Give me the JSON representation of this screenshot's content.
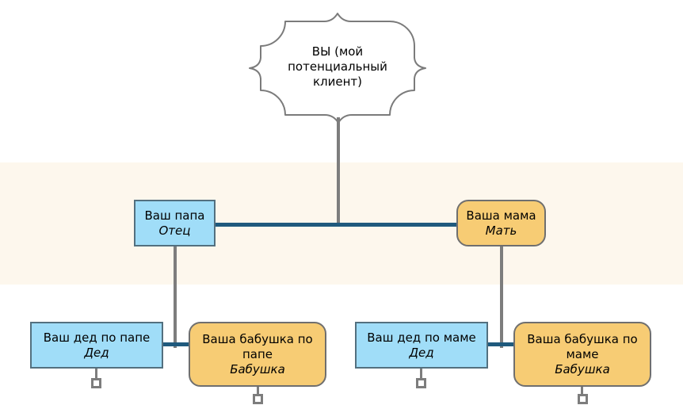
{
  "diagram": {
    "root": {
      "label": "ВЫ (мой\nпотенциальный\nклиент)"
    },
    "nodes": [
      {
        "title": "Ваш папа",
        "subtitle": "Отец",
        "gender": "male"
      },
      {
        "title": "Ваша мама",
        "subtitle": "Мать",
        "gender": "female"
      },
      {
        "title": "Ваш дед по папе",
        "subtitle": "Дед",
        "gender": "male"
      },
      {
        "title": "Ваша бабушка по папе",
        "subtitle": "Бабушка",
        "gender": "female"
      },
      {
        "title": "Ваш дед по маме",
        "subtitle": "Дед",
        "gender": "male"
      },
      {
        "title": "Ваша бабушка по маме",
        "subtitle": "Бабушка",
        "gender": "female"
      }
    ],
    "colors": {
      "male_fill": "#A0DDF8",
      "female_fill": "#F7CC74",
      "connector_gray": "#7D7D7D",
      "marriage_blue": "#1F5A7D",
      "band_bg": "#FDF7ED"
    }
  }
}
